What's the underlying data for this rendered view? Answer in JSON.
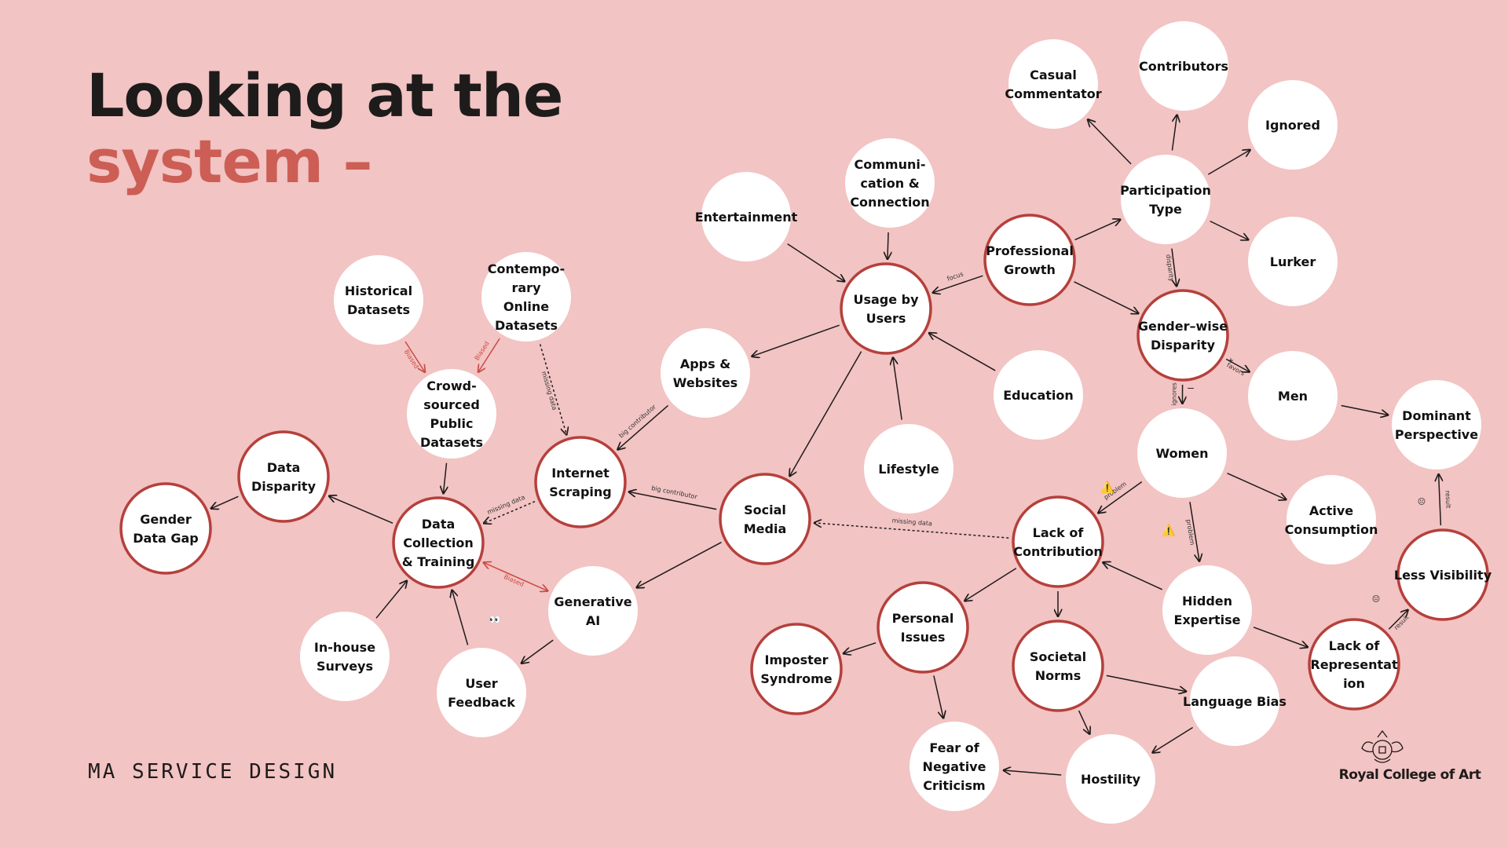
{
  "title": {
    "line1": "Looking at the",
    "line2": "system –"
  },
  "footer": {
    "program": "MA SERVICE DESIGN",
    "logo_text": "Royal College of Art"
  },
  "colors": {
    "background": "#f2c4c3",
    "accent": "#cc5e56",
    "ring": "#b5403c",
    "node_fill": "#ffffff",
    "text": "#1e1b1b"
  },
  "nodes": [
    {
      "id": "gender_data_gap",
      "lines": [
        "Gender",
        "Data Gap"
      ],
      "ring": true
    },
    {
      "id": "data_disparity",
      "lines": [
        "Data",
        "Disparity"
      ],
      "ring": true
    },
    {
      "id": "data_collection",
      "lines": [
        "Data",
        "Collection",
        "& Training"
      ],
      "ring": true
    },
    {
      "id": "historical",
      "lines": [
        "Historical",
        "Datasets"
      ],
      "ring": false
    },
    {
      "id": "contemporary",
      "lines": [
        "Contempo-",
        "rary",
        "Online",
        "Datasets"
      ],
      "ring": false
    },
    {
      "id": "crowdsourced",
      "lines": [
        "Crowd-",
        "sourced",
        "Public",
        "Datasets"
      ],
      "ring": false
    },
    {
      "id": "inhouse",
      "lines": [
        "In-house",
        "Surveys"
      ],
      "ring": false
    },
    {
      "id": "user_feedback",
      "lines": [
        "User",
        "Feedback"
      ],
      "ring": false
    },
    {
      "id": "generative_ai",
      "lines": [
        "Generative",
        "AI"
      ],
      "ring": false
    },
    {
      "id": "internet_scraping",
      "lines": [
        "Internet",
        "Scraping"
      ],
      "ring": true
    },
    {
      "id": "apps_websites",
      "lines": [
        "Apps &",
        "Websites"
      ],
      "ring": false
    },
    {
      "id": "social_media",
      "lines": [
        "Social",
        "Media"
      ],
      "ring": true
    },
    {
      "id": "entertainment",
      "lines": [
        "Entertainment"
      ],
      "ring": false
    },
    {
      "id": "communication",
      "lines": [
        "Communi-",
        "cation &",
        "Connection"
      ],
      "ring": false
    },
    {
      "id": "usage_by_users",
      "lines": [
        "Usage by",
        "Users"
      ],
      "ring": true
    },
    {
      "id": "lifestyle",
      "lines": [
        "Lifestyle"
      ],
      "ring": false
    },
    {
      "id": "education",
      "lines": [
        "Education"
      ],
      "ring": false
    },
    {
      "id": "professional_growth",
      "lines": [
        "Professional",
        "Growth"
      ],
      "ring": true
    },
    {
      "id": "casual_commentator",
      "lines": [
        "Casual",
        "Commentator"
      ],
      "ring": false
    },
    {
      "id": "contributors",
      "lines": [
        "Contributors"
      ],
      "ring": false
    },
    {
      "id": "ignored",
      "lines": [
        "Ignored"
      ],
      "ring": false
    },
    {
      "id": "participation_type",
      "lines": [
        "Participation",
        "Type"
      ],
      "ring": false
    },
    {
      "id": "lurker",
      "lines": [
        "Lurker"
      ],
      "ring": false
    },
    {
      "id": "gender_wise_disparity",
      "lines": [
        "Gender–wise",
        "Disparity"
      ],
      "ring": true
    },
    {
      "id": "men",
      "lines": [
        "Men"
      ],
      "ring": false
    },
    {
      "id": "dominant_perspective",
      "lines": [
        "Dominant",
        "Perspective"
      ],
      "ring": false
    },
    {
      "id": "women",
      "lines": [
        "Women"
      ],
      "ring": false
    },
    {
      "id": "active_consumption",
      "lines": [
        "Active",
        "Consumption"
      ],
      "ring": false
    },
    {
      "id": "lack_of_contribution",
      "lines": [
        "Lack of",
        "Contribution"
      ],
      "ring": true
    },
    {
      "id": "hidden_expertise",
      "lines": [
        "Hidden",
        "Expertise"
      ],
      "ring": false
    },
    {
      "id": "less_visibility",
      "lines": [
        "Less Visibility"
      ],
      "ring": true
    },
    {
      "id": "lack_of_representation",
      "lines": [
        "Lack of",
        "Representat",
        "ion"
      ],
      "ring": true
    },
    {
      "id": "personal_issues",
      "lines": [
        "Personal",
        "Issues"
      ],
      "ring": true
    },
    {
      "id": "imposter_syndrome",
      "lines": [
        "Imposter",
        "Syndrome"
      ],
      "ring": true
    },
    {
      "id": "societal_norms",
      "lines": [
        "Societal",
        "Norms"
      ],
      "ring": true
    },
    {
      "id": "language_bias",
      "lines": [
        "Language Bias"
      ],
      "ring": false
    },
    {
      "id": "fear_of_criticism",
      "lines": [
        "Fear of",
        "Negative",
        "Criticism"
      ],
      "ring": false
    },
    {
      "id": "hostility",
      "lines": [
        "Hostility"
      ],
      "ring": false
    }
  ],
  "edges": [
    {
      "from": "data_collection",
      "to": "data_disparity",
      "style": "solid"
    },
    {
      "from": "data_disparity",
      "to": "gender_data_gap",
      "style": "solid"
    },
    {
      "from": "historical",
      "to": "crowdsourced",
      "style": "red",
      "label": "Biased"
    },
    {
      "from": "contemporary",
      "to": "crowdsourced",
      "style": "red",
      "label": "Biased"
    },
    {
      "from": "contemporary",
      "to": "internet_scraping",
      "style": "dotted",
      "label": "missing data"
    },
    {
      "from": "crowdsourced",
      "to": "data_collection",
      "style": "solid"
    },
    {
      "from": "inhouse",
      "to": "data_collection",
      "style": "solid"
    },
    {
      "from": "user_feedback",
      "to": "data_collection",
      "style": "solid"
    },
    {
      "from": "generative_ai",
      "to": "user_feedback",
      "style": "solid"
    },
    {
      "from": "data_collection",
      "to": "generative_ai",
      "style": "red-both",
      "label": "Biased"
    },
    {
      "from": "internet_scraping",
      "to": "data_collection",
      "style": "dotted",
      "label": "missing data"
    },
    {
      "from": "apps_websites",
      "to": "internet_scraping",
      "style": "solid",
      "label": "big contributor"
    },
    {
      "from": "social_media",
      "to": "internet_scraping",
      "style": "solid",
      "label": "big contributor"
    },
    {
      "from": "social_media",
      "to": "generative_ai",
      "style": "solid"
    },
    {
      "from": "usage_by_users",
      "to": "apps_websites",
      "style": "solid"
    },
    {
      "from": "usage_by_users",
      "to": "social_media",
      "style": "solid"
    },
    {
      "from": "entertainment",
      "to": "usage_by_users",
      "style": "solid"
    },
    {
      "from": "communication",
      "to": "usage_by_users",
      "style": "solid"
    },
    {
      "from": "lifestyle",
      "to": "usage_by_users",
      "style": "solid"
    },
    {
      "from": "education",
      "to": "usage_by_users",
      "style": "solid"
    },
    {
      "from": "professional_growth",
      "to": "usage_by_users",
      "style": "solid",
      "label": "focus"
    },
    {
      "from": "professional_growth",
      "to": "participation_type",
      "style": "solid"
    },
    {
      "from": "professional_growth",
      "to": "gender_wise_disparity",
      "style": "solid"
    },
    {
      "from": "participation_type",
      "to": "casual_commentator",
      "style": "solid"
    },
    {
      "from": "participation_type",
      "to": "contributors",
      "style": "solid"
    },
    {
      "from": "participation_type",
      "to": "ignored",
      "style": "solid"
    },
    {
      "from": "participation_type",
      "to": "lurker",
      "style": "solid"
    },
    {
      "from": "participation_type",
      "to": "gender_wise_disparity",
      "style": "solid",
      "label": "disparity"
    },
    {
      "from": "gender_wise_disparity",
      "to": "men",
      "style": "solid",
      "label": "favors"
    },
    {
      "from": "gender_wise_disparity",
      "to": "women",
      "style": "solid",
      "label": "ignores"
    },
    {
      "from": "men",
      "to": "dominant_perspective",
      "style": "solid"
    },
    {
      "from": "women",
      "to": "active_consumption",
      "style": "solid"
    },
    {
      "from": "women",
      "to": "lack_of_contribution",
      "style": "solid",
      "label": "problem"
    },
    {
      "from": "women",
      "to": "hidden_expertise",
      "style": "solid",
      "label": "problem"
    },
    {
      "from": "hidden_expertise",
      "to": "lack_of_contribution",
      "style": "solid"
    },
    {
      "from": "hidden_expertise",
      "to": "lack_of_representation",
      "style": "solid"
    },
    {
      "from": "lack_of_representation",
      "to": "less_visibility",
      "style": "solid",
      "label": "result"
    },
    {
      "from": "less_visibility",
      "to": "dominant_perspective",
      "style": "solid",
      "label": "result"
    },
    {
      "from": "lack_of_contribution",
      "to": "social_media",
      "style": "dotted",
      "label": "missing data"
    },
    {
      "from": "lack_of_contribution",
      "to": "personal_issues",
      "style": "solid"
    },
    {
      "from": "lack_of_contribution",
      "to": "societal_norms",
      "style": "solid"
    },
    {
      "from": "personal_issues",
      "to": "imposter_syndrome",
      "style": "solid"
    },
    {
      "from": "personal_issues",
      "to": "fear_of_criticism",
      "style": "solid"
    },
    {
      "from": "societal_norms",
      "to": "language_bias",
      "style": "solid"
    },
    {
      "from": "societal_norms",
      "to": "hostility",
      "style": "solid"
    },
    {
      "from": "language_bias",
      "to": "hostility",
      "style": "solid"
    },
    {
      "from": "hostility",
      "to": "fear_of_criticism",
      "style": "solid"
    }
  ],
  "marks": [
    {
      "id": "warning-1",
      "text": "⚠️"
    },
    {
      "id": "warning-2",
      "text": "⚠️"
    },
    {
      "id": "minus-mark",
      "text": "–"
    },
    {
      "id": "plus-mark",
      "text": "+"
    },
    {
      "id": "smile-1",
      "text": "😐"
    },
    {
      "id": "smile-2",
      "text": "😐"
    },
    {
      "id": "eyes-mark",
      "text": "👀"
    }
  ]
}
